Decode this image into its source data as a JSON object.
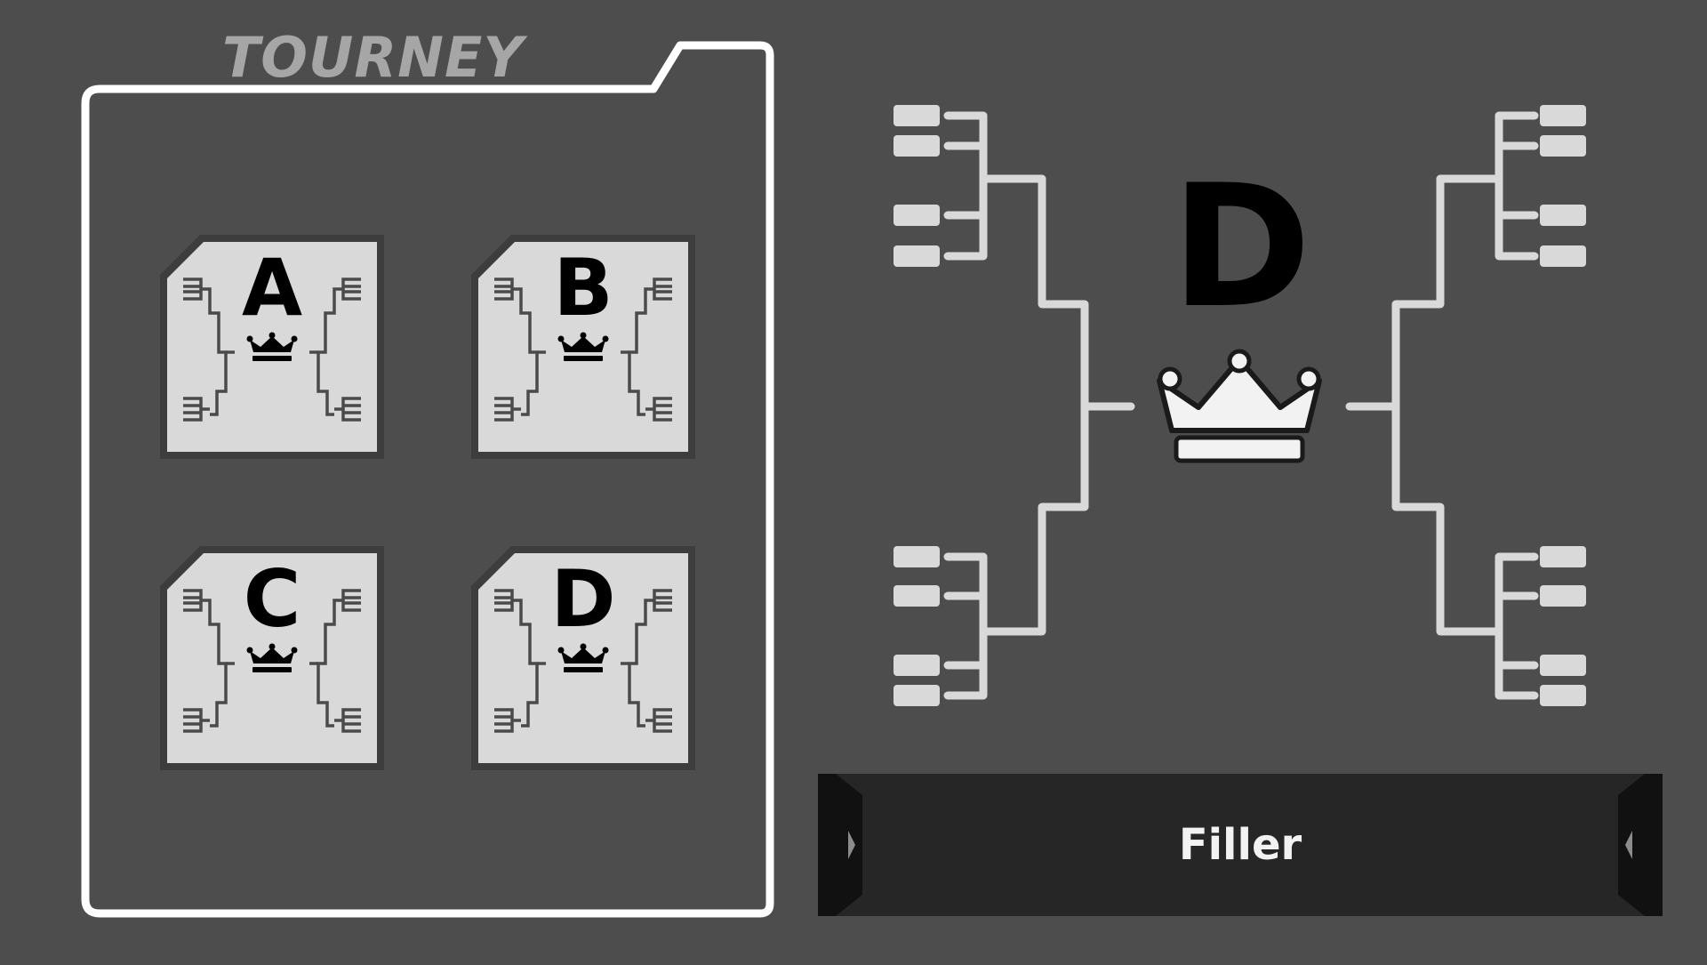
{
  "panel": {
    "title": "TOURNEY",
    "cards": [
      {
        "letter": "A",
        "icon": "bracket-crown-icon"
      },
      {
        "letter": "B",
        "icon": "bracket-crown-icon"
      },
      {
        "letter": "C",
        "icon": "bracket-crown-icon"
      },
      {
        "letter": "D",
        "icon": "bracket-crown-icon"
      }
    ]
  },
  "preview": {
    "selected_letter": "D",
    "icon": "crown-icon"
  },
  "banner": {
    "label": "Filler",
    "left_icon": "triangle-right-icon",
    "right_icon": "triangle-left-icon"
  },
  "colors": {
    "background": "#4d4d4d",
    "card_face": "#d9d9d9",
    "bracket_line": "#d9d9d9",
    "banner": "#262626",
    "outline": "#ffffff"
  }
}
